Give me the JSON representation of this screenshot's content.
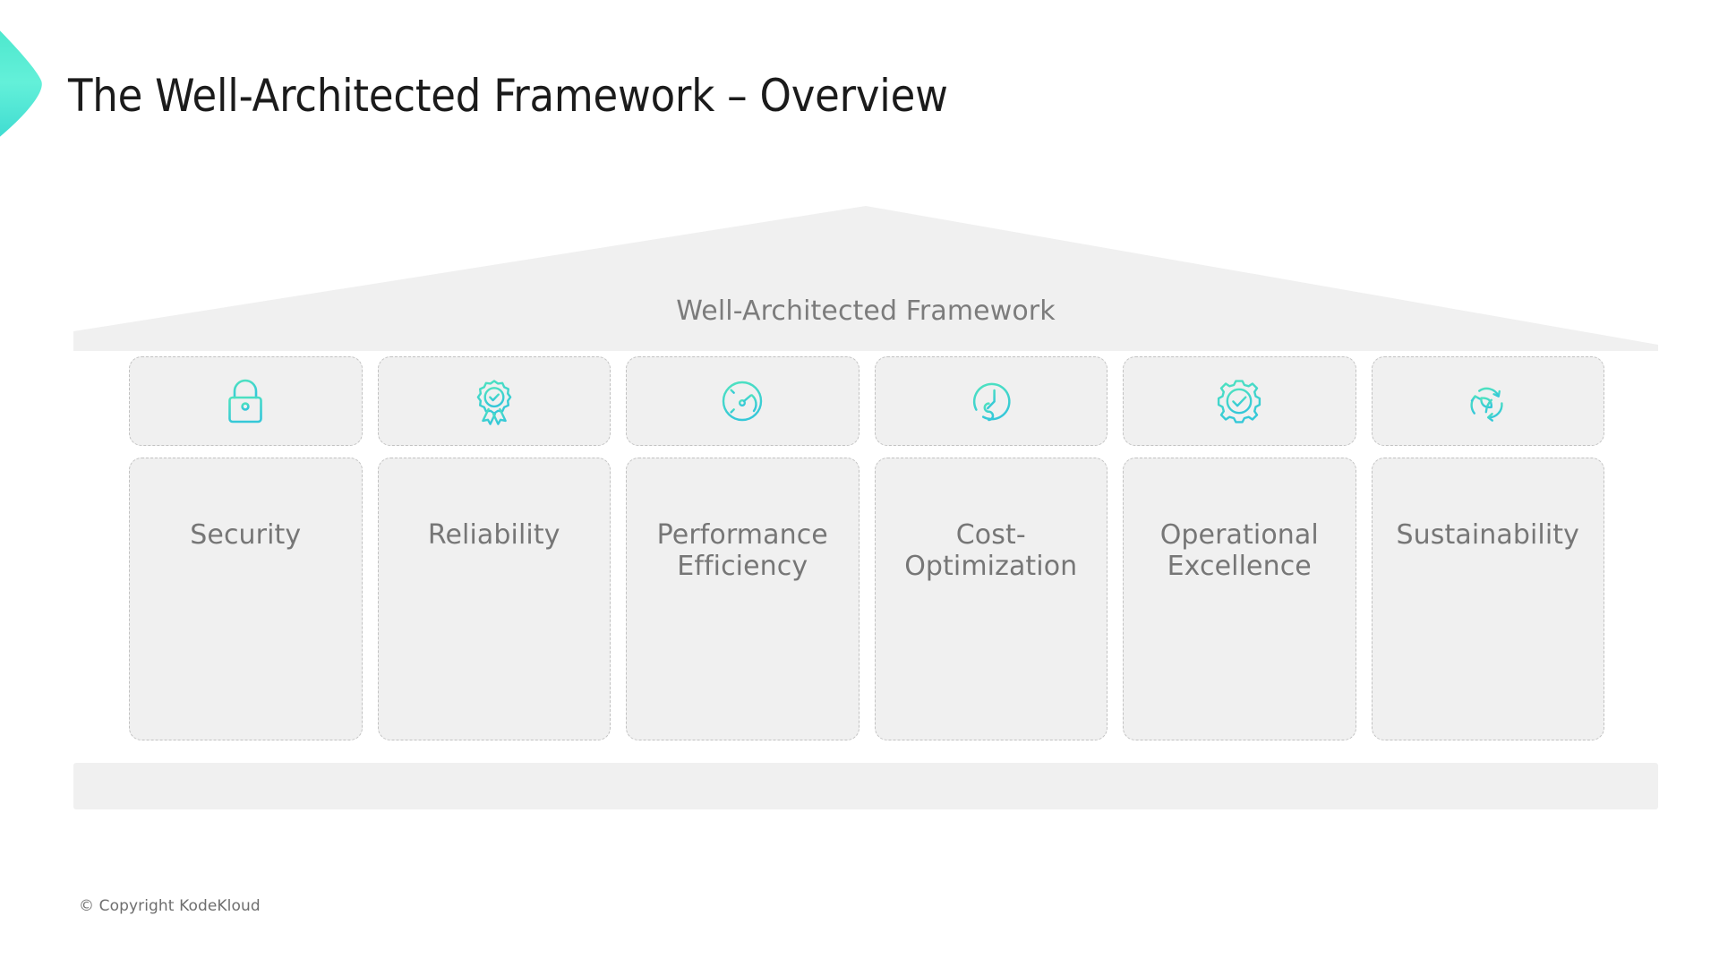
{
  "brand": {
    "logo_icon": "chevron-mark-icon",
    "accent_start": "#3fe0c8",
    "accent_end": "#5ef0d8",
    "accent_deep": "#2bbfd9"
  },
  "header": {
    "title": "The Well-Architected Framework – Overview"
  },
  "diagram": {
    "roof_label": "Well-Architected Framework",
    "roof_fill": "#f0f0f0",
    "box_fill": "#f0f0f0",
    "box_border": "#c2c2c2",
    "label_color": "#767676",
    "pillars": [
      {
        "icon": "padlock-icon",
        "label": "Security"
      },
      {
        "icon": "award-ribbon-check-icon",
        "label": "Reliability"
      },
      {
        "icon": "speedometer-gauge-icon",
        "label": "Performance\nEfficiency"
      },
      {
        "icon": "clock-dollar-icon",
        "label": "Cost-\nOptimization"
      },
      {
        "icon": "gear-check-icon",
        "label": "Operational\nExcellence"
      },
      {
        "icon": "recycle-leaf-icon",
        "label": "Sustainability"
      }
    ]
  },
  "footer": {
    "copyright": "© Copyright KodeKloud"
  }
}
